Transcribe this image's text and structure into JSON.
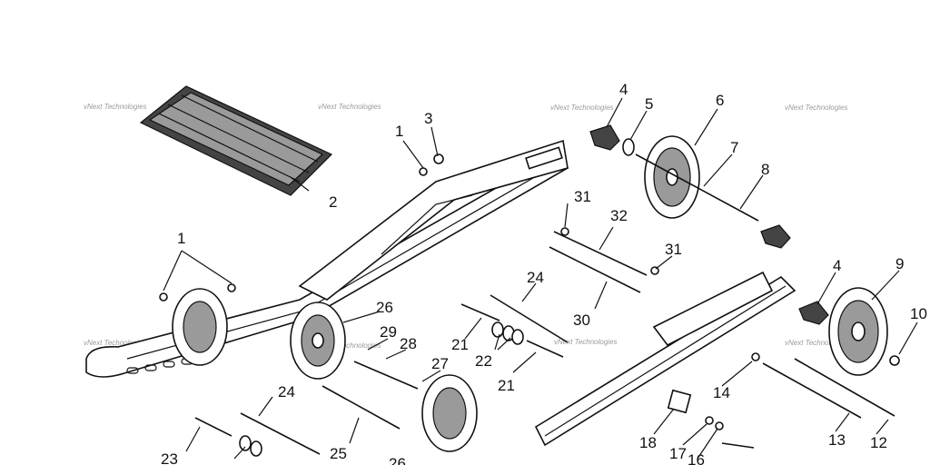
{
  "diagram": {
    "watermark": "vNext Technologies",
    "callouts": [
      "1",
      "1",
      "2",
      "3",
      "4",
      "4",
      "5",
      "6",
      "7",
      "8",
      "9",
      "10",
      "12",
      "13",
      "14",
      "16",
      "17",
      "18",
      "21",
      "21",
      "22",
      "23",
      "24",
      "24",
      "25",
      "26",
      "26",
      "27",
      "28",
      "29",
      "30",
      "31",
      "31",
      "32"
    ]
  }
}
